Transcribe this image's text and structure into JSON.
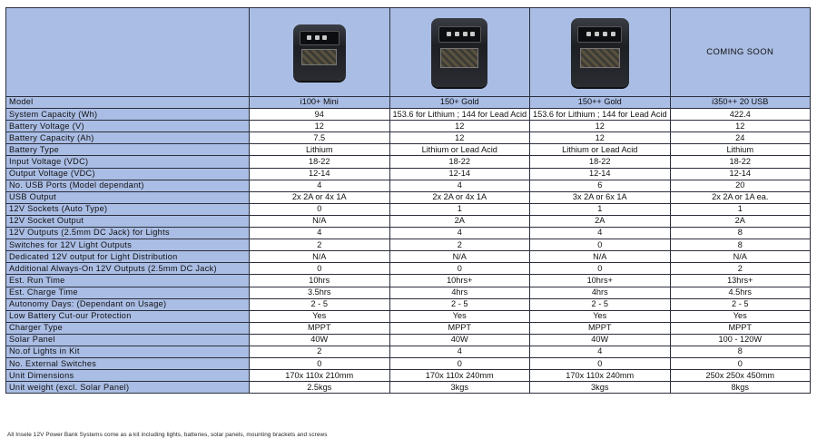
{
  "products": [
    {
      "model": "i100+ Mini",
      "image": "power-bank-i100-mini"
    },
    {
      "model": "150+ Gold",
      "image": "power-bank-150-gold"
    },
    {
      "model": "150++ Gold",
      "image": "power-bank-150pp-gold"
    },
    {
      "model": "i350++ 20 USB",
      "image": "",
      "placeholder": "COMING SOON"
    }
  ],
  "model_label": "Model",
  "rows": [
    {
      "label": "System Capacity (Wh)",
      "values": [
        "94",
        "153.6 for Lithium ; 144 for Lead Acid",
        "153.6 for Lithium ; 144 for Lead Acid",
        "422.4"
      ]
    },
    {
      "label": "Battery Voltage (V)",
      "values": [
        "12",
        "12",
        "12",
        "12"
      ]
    },
    {
      "label": "Battery Capacity (Ah)",
      "values": [
        "7.5",
        "12",
        "12",
        "24"
      ]
    },
    {
      "label": "Battery Type",
      "values": [
        "Lithium",
        "Lithium or Lead Acid",
        "Lithium or Lead Acid",
        "Lithium"
      ]
    },
    {
      "label": "Input Voltage (VDC)",
      "values": [
        "18-22",
        "18-22",
        "18-22",
        "18-22"
      ]
    },
    {
      "label": "Output Voltage (VDC)",
      "values": [
        "12-14",
        "12-14",
        "12-14",
        "12-14"
      ]
    },
    {
      "label": "No. USB Ports (Model dependant)",
      "values": [
        "4",
        "4",
        "6",
        "20"
      ]
    },
    {
      "label": "USB Output",
      "values": [
        "2x 2A or 4x 1A",
        "2x 2A or 4x 1A",
        "3x 2A or 6x 1A",
        "2x 2A or 1A ea."
      ]
    },
    {
      "label": "12V Sockets (Auto Type)",
      "values": [
        "0",
        "1",
        "1",
        "1"
      ]
    },
    {
      "label": "12V Socket Output",
      "values": [
        "N/A",
        "2A",
        "2A",
        "2A"
      ]
    },
    {
      "label": "12V Outputs (2.5mm DC Jack) for Lights",
      "values": [
        "4",
        "4",
        "4",
        "8"
      ]
    },
    {
      "label": "Switches for 12V Light Outputs",
      "values": [
        "2",
        "2",
        "0",
        "8"
      ]
    },
    {
      "label": "Dedicated 12V output for Light Distribution",
      "values": [
        "N/A",
        "N/A",
        "N/A",
        "N/A"
      ]
    },
    {
      "label": "Additional Always-On 12V Outputs (2.5mm DC Jack)",
      "values": [
        "0",
        "0",
        "0",
        "2"
      ]
    },
    {
      "label": "Est. Run Time",
      "values": [
        "10hrs",
        "10hrs+",
        "10hrs+",
        "13hrs+"
      ]
    },
    {
      "label": "Est. Charge Time",
      "values": [
        "3.5hrs",
        "4hrs",
        "4hrs",
        "4.5hrs"
      ]
    },
    {
      "label": "Autonomy Days: (Dependant on Usage)",
      "values": [
        "2 - 5",
        "2 - 5",
        "2 - 5",
        "2 - 5"
      ]
    },
    {
      "label": "Low Battery Cut-our Protection",
      "values": [
        "Yes",
        "Yes",
        "Yes",
        "Yes"
      ]
    },
    {
      "label": "Charger Type",
      "values": [
        "MPPT",
        "MPPT",
        "MPPT",
        "MPPT"
      ]
    },
    {
      "label": "Solar Panel",
      "values": [
        "40W",
        "40W",
        "40W",
        "100 - 120W"
      ]
    },
    {
      "label": "No.of Lights in Kit",
      "values": [
        "2",
        "4",
        "4",
        "8"
      ]
    },
    {
      "label": "No. External Switches",
      "values": [
        "0",
        "0",
        "0",
        "0"
      ]
    },
    {
      "label": "Unit Dimensions",
      "values": [
        "170x 110x 210mm",
        "170x 110x 240mm",
        "170x 110x 240mm",
        "250x 250x 450mm"
      ]
    },
    {
      "label": "Unit weight (excl. Solar Panel)",
      "values": [
        "2.5kgs",
        "3kgs",
        "3kgs",
        "8kgs"
      ]
    }
  ],
  "footnote": "All Insele 12V Power Bank Systems come as a kit including lights, batteries, solar panels, mounting brackets and screws",
  "colors": {
    "header_bg": "#aabde4",
    "border": "#2b2f3d",
    "cell_bg": "#ffffff"
  }
}
